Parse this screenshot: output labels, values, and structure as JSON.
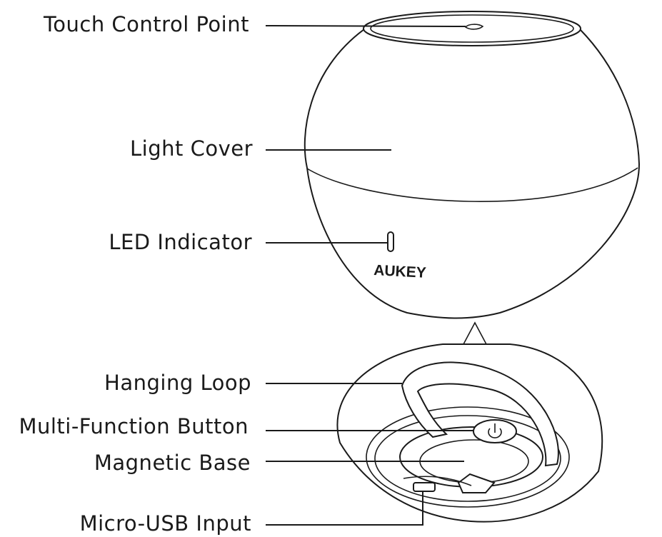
{
  "labels": {
    "touch_control_point": "Touch Control Point",
    "light_cover": "Light Cover",
    "led_indicator": "LED Indicator",
    "hanging_loop": "Hanging Loop",
    "multi_function_button": "Multi-Function Button",
    "magnetic_base": "Magnetic Base",
    "micro_usb_input": "Micro-USB Input"
  },
  "brand": "AUKEY",
  "icons": {
    "power": "power-icon",
    "arrow": "caret-up-icon"
  }
}
